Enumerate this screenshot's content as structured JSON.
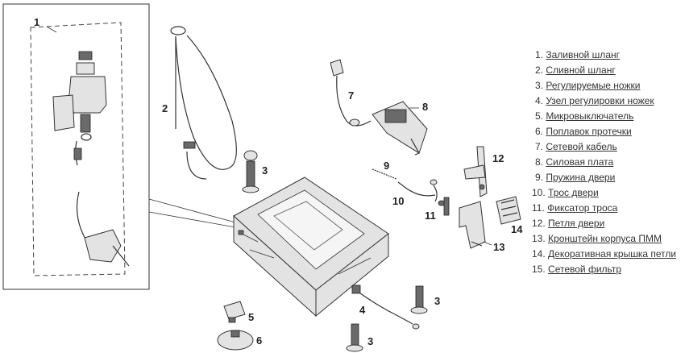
{
  "legend": [
    {
      "num": "1.",
      "name": "Заливной шланг"
    },
    {
      "num": "2.",
      "name": "Сливной шланг"
    },
    {
      "num": "3.",
      "name": "Регулируемые ножки"
    },
    {
      "num": "4.",
      "name": "Узел регулировки ножек"
    },
    {
      "num": "5.",
      "name": "Микровыключатель"
    },
    {
      "num": "6.",
      "name": "Поплавок протечки"
    },
    {
      "num": "7.",
      "name": "Сетевой кабель"
    },
    {
      "num": "8.",
      "name": "Силовая плата"
    },
    {
      "num": "9.",
      "name": "Пружина двери"
    },
    {
      "num": "10.",
      "name": "Трос двери"
    },
    {
      "num": "11.",
      "name": "Фиксатор троса"
    },
    {
      "num": "12.",
      "name": "Петля двери"
    },
    {
      "num": "13.",
      "name": "Кронштейн корпуса ПММ"
    },
    {
      "num": "14.",
      "name": "Декоративная крышка петли"
    },
    {
      "num": "15.",
      "name": "Сетевой фильтр"
    }
  ],
  "callouts": {
    "c1": "1",
    "c2": "2",
    "c3a": "3",
    "c3b": "3",
    "c3c": "3",
    "c4": "4",
    "c5": "5",
    "c6": "6",
    "c7": "7",
    "c8": "8",
    "c9": "9",
    "c10": "10",
    "c11": "11",
    "c12": "12",
    "c13": "13",
    "c14": "14"
  }
}
